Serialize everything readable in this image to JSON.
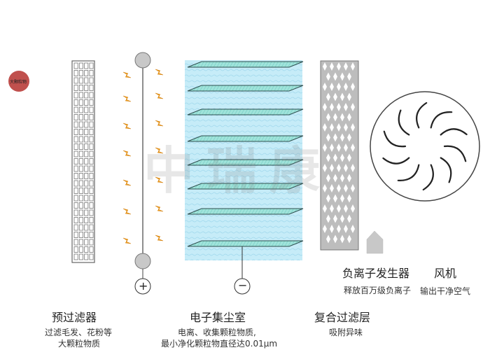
{
  "particle": {
    "label": "大颗粒物",
    "color": "#c0504d"
  },
  "stages": {
    "prefilter": {
      "title": "预过滤器",
      "desc_1": "过滤毛发、花粉等",
      "desc_2": "大颗粒物质"
    },
    "electrode_plus": {
      "symbol": "+"
    },
    "collector": {
      "title": "电子集尘室",
      "desc_1": "电离、收集颗粒物质,",
      "desc_2": "最小净化颗粒物直径达0.01μm",
      "electrode_minus": "−"
    },
    "composite": {
      "title": "复合过滤层",
      "desc": "吸附异味"
    },
    "ionizer": {
      "title": "负离子发生器",
      "desc": "释放百万级负离子"
    },
    "fan": {
      "title": "风机",
      "desc": "输出干净空气"
    }
  },
  "watermark": "中瑞康",
  "colors": {
    "accent_orange": "#f0a020",
    "water_blue": "#bfe8f6",
    "plate_green": "#7fd8d0",
    "grid_gray": "#888888"
  }
}
